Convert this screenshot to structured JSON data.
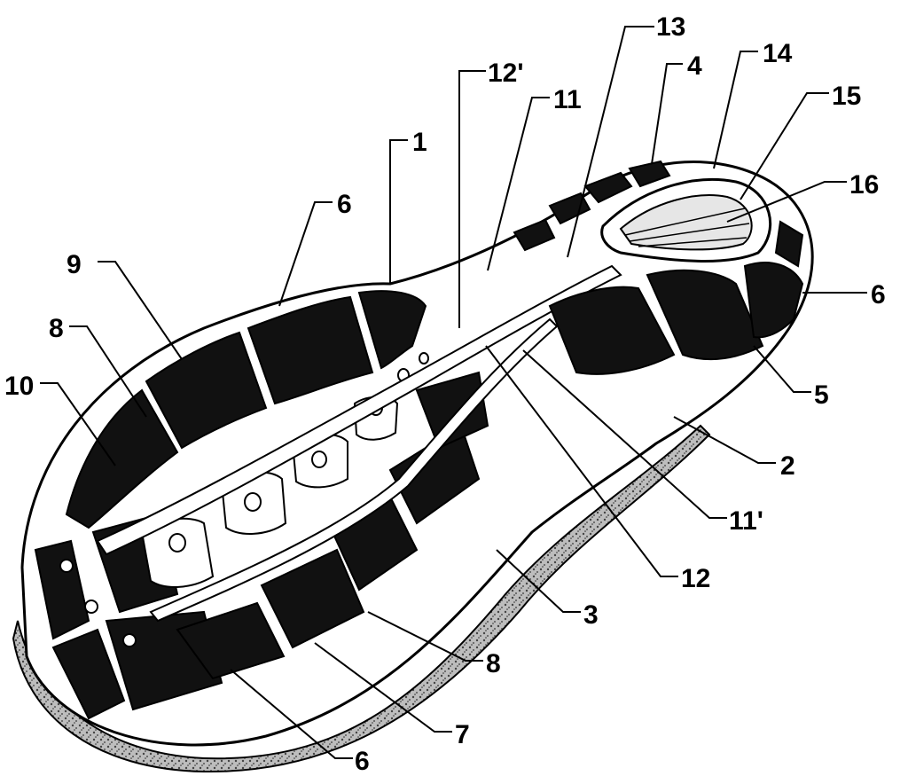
{
  "figure": {
    "labels": {
      "l1": "1",
      "l2": "2",
      "l3": "3",
      "l4": "4",
      "l5": "5",
      "l6a": "6",
      "l6b": "6",
      "l6c": "6",
      "l7": "7",
      "l8a": "8",
      "l8b": "8",
      "l9": "9",
      "l10": "10",
      "l11": "11",
      "l11p": "11'",
      "l12": "12",
      "l12p": "12'",
      "l13": "13",
      "l14": "14",
      "l15": "15",
      "l16": "16"
    },
    "colors": {
      "ink": "#000000",
      "paper": "#ffffff",
      "midsole": "#8a8a8a"
    }
  }
}
